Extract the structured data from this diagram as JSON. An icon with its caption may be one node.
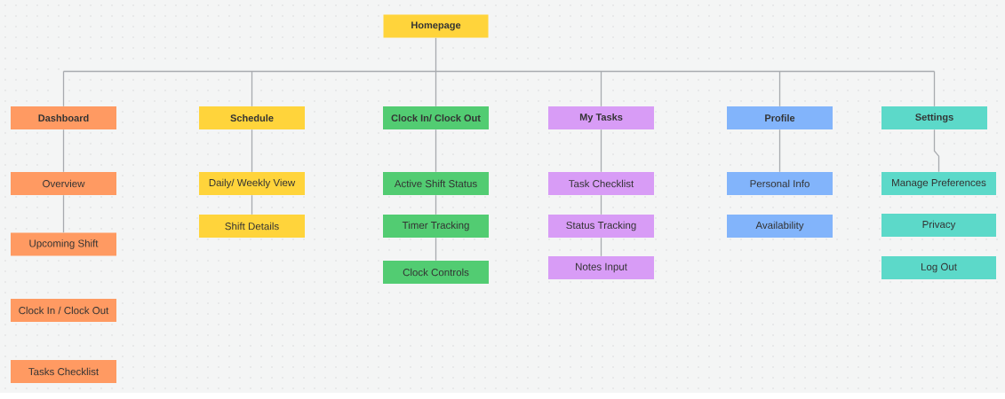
{
  "diagram": {
    "nodes": [
      {
        "text": [
          "Homepage"
        ]
      },
      {
        "text": [
          "Dashboard"
        ]
      },
      {
        "text": [
          "Schedule"
        ]
      },
      {
        "text": [
          "Clock In/ Clock Out"
        ]
      },
      {
        "text": [
          "My Tasks"
        ]
      },
      {
        "text": [
          "Profile"
        ]
      },
      {
        "text": [
          "Settings"
        ]
      },
      {
        "text": [
          "Overview"
        ]
      },
      {
        "text": [
          "Upcoming Shift"
        ]
      },
      {
        "text": [
          "Clock In / Clock Out"
        ]
      },
      {
        "text": [
          "Tasks Checklist"
        ]
      },
      {
        "text": [
          "Daily/ Weekly View"
        ]
      },
      {
        "text": [
          "Shift Details"
        ]
      },
      {
        "text": [
          "Active Shift Status"
        ]
      },
      {
        "text": [
          "Timer Tracking"
        ]
      },
      {
        "text": [
          "Clock Controls"
        ]
      },
      {
        "text": [
          "Task Checklist"
        ]
      },
      {
        "text": [
          "Status Tracking"
        ]
      },
      {
        "text": [
          "Notes Input"
        ]
      },
      {
        "text": [
          "Personal Info"
        ]
      },
      {
        "text": [
          "Availability"
        ]
      },
      {
        "text": [
          "Manage Preferences"
        ]
      },
      {
        "text": [
          "Privacy"
        ]
      },
      {
        "text": [
          "Log Out"
        ]
      }
    ],
    "edges": [
      {
        "from": 0,
        "to": 1,
        "arrow": "none"
      },
      {
        "from": 0,
        "to": 2,
        "arrow": "none"
      },
      {
        "from": 0,
        "to": 3,
        "arrow": "none"
      },
      {
        "from": 0,
        "to": 4,
        "arrow": "none"
      },
      {
        "from": 0,
        "to": 5,
        "arrow": "none"
      },
      {
        "from": 0,
        "to": 6,
        "arrow": "none"
      },
      {
        "from": 1,
        "to": 7,
        "arrow": "none"
      },
      {
        "from": 7,
        "to": 8,
        "arrow": "none"
      },
      {
        "from": 2,
        "to": 11,
        "arrow": "none"
      },
      {
        "from": 11,
        "to": 12,
        "arrow": "none"
      },
      {
        "from": 3,
        "to": 13,
        "arrow": "none"
      },
      {
        "from": 13,
        "to": 14,
        "arrow": "none"
      },
      {
        "from": 14,
        "to": 15,
        "arrow": "none"
      },
      {
        "from": 4,
        "to": 16,
        "arrow": "none"
      },
      {
        "from": 16,
        "to": 17,
        "arrow": "none"
      },
      {
        "from": 17,
        "to": 18,
        "arrow": "none"
      },
      {
        "from": 5,
        "to": 19,
        "arrow": "none"
      },
      {
        "from": 6,
        "to": 21,
        "arrow": "none"
      }
    ]
  }
}
